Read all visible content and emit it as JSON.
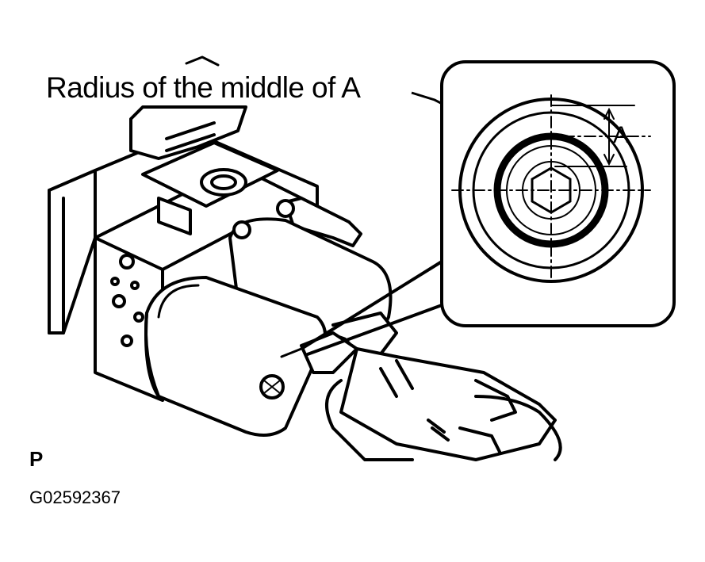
{
  "labels": {
    "callout": "Radius of the middle of A",
    "dimension": "A",
    "view": "P",
    "figure_id": "G02592367"
  },
  "icons": {
    "main_illustration": "abs-actuator-with-drill-icon",
    "detail_view": "magnified-motor-cap-icon"
  },
  "colors": {
    "ink": "#000000",
    "paper": "#ffffff"
  }
}
